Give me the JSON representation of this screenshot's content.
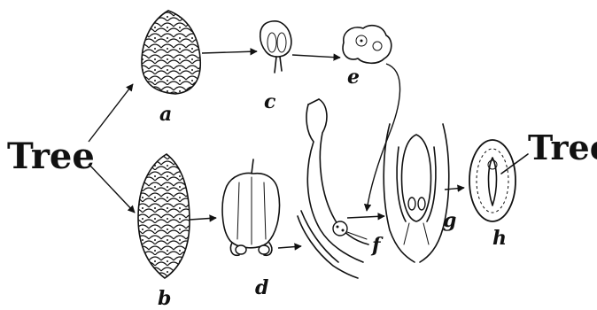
{
  "labels": {
    "tree_left": "Tree",
    "tree_right": "Tree",
    "a": "a",
    "b": "b",
    "c": "c",
    "d": "d",
    "e": "e",
    "f": "f",
    "g": "g",
    "h": "h"
  }
}
